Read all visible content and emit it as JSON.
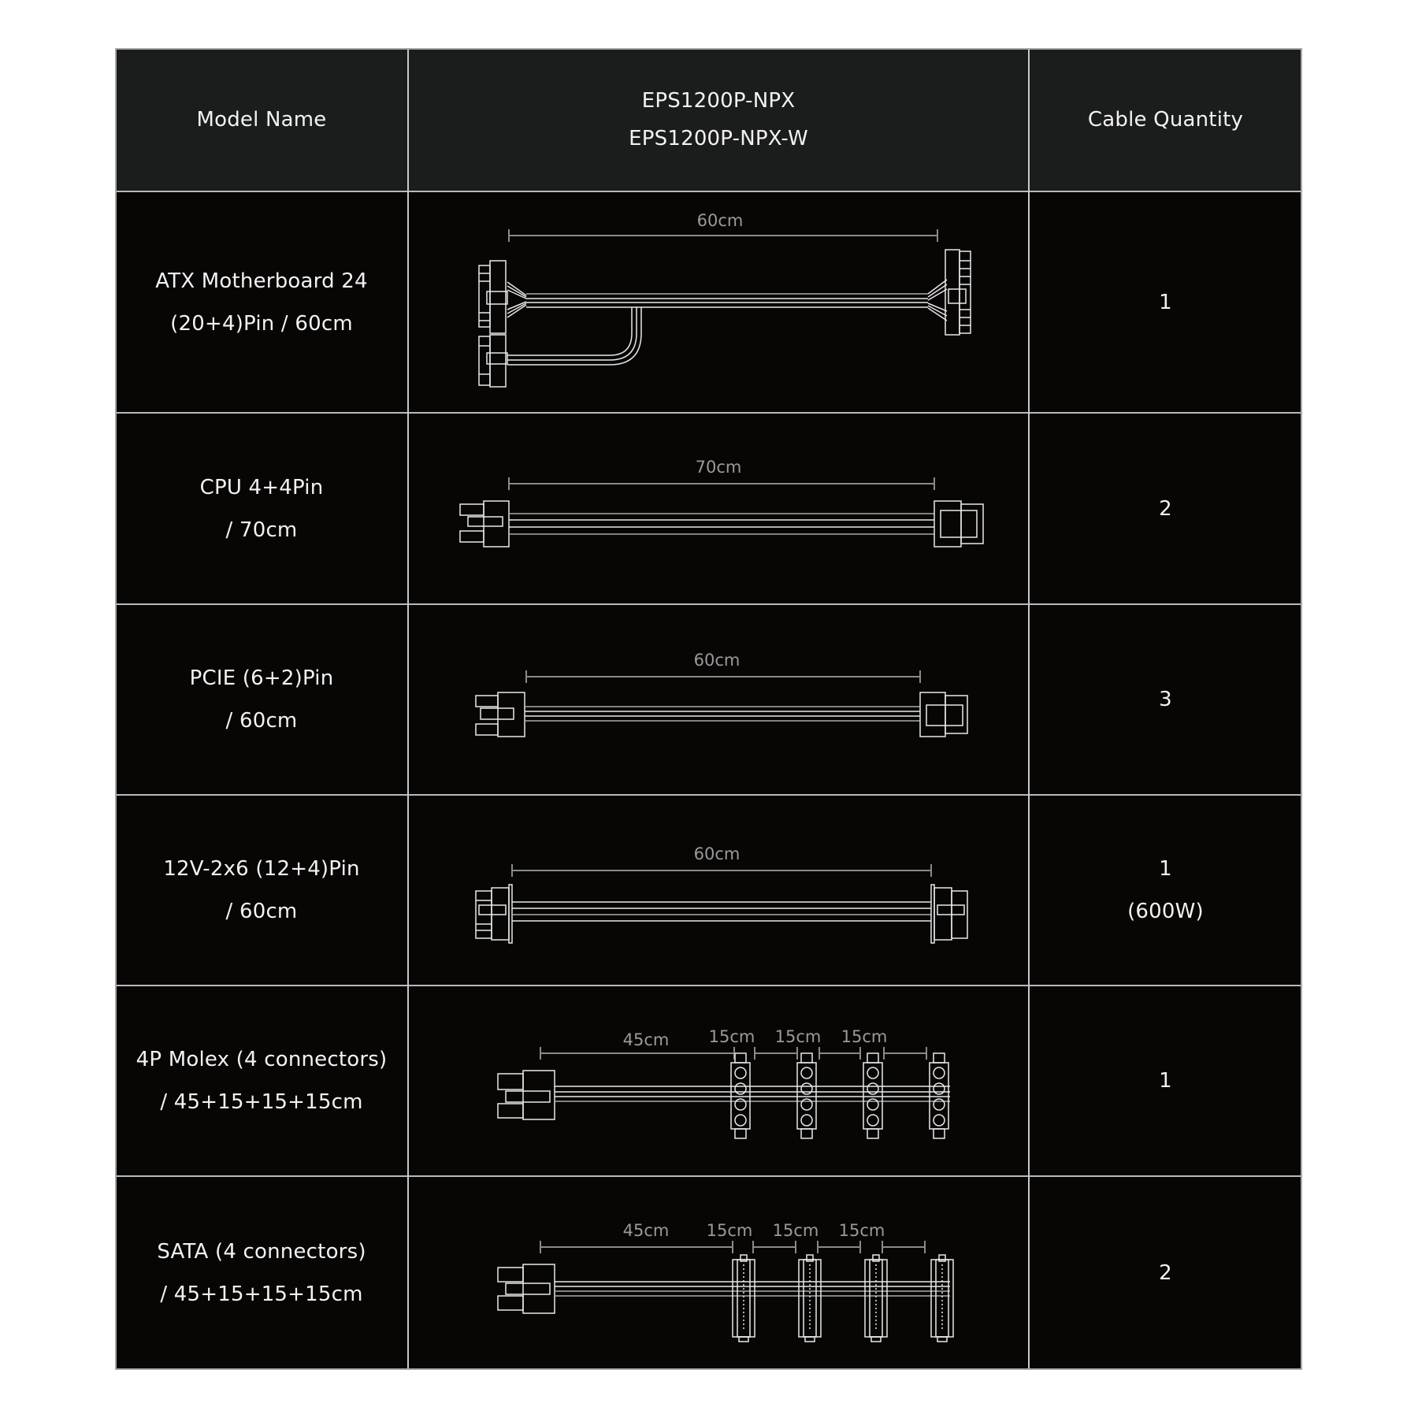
{
  "header": {
    "col1": "Model Name",
    "col2_line1": "EPS1200P-NPX",
    "col2_line2": "EPS1200P-NPX-W",
    "col3": "Cable Quantity"
  },
  "rows": [
    {
      "name_line1": "ATX Motherboard 24",
      "name_line2": "(20+4)Pin / 60cm",
      "qty_line1": "1",
      "qty_line2": "",
      "dims": [
        "60cm"
      ],
      "icon": "atx-24pin-cable-icon"
    },
    {
      "name_line1": "CPU 4+4Pin",
      "name_line2": "/ 70cm",
      "qty_line1": "2",
      "qty_line2": "",
      "dims": [
        "70cm"
      ],
      "icon": "cpu-8pin-cable-icon"
    },
    {
      "name_line1": "PCIE (6+2)Pin",
      "name_line2": "/ 60cm",
      "qty_line1": "3",
      "qty_line2": "",
      "dims": [
        "60cm"
      ],
      "icon": "pcie-8pin-cable-icon"
    },
    {
      "name_line1": "12V-2x6 (12+4)Pin",
      "name_line2": "/ 60cm",
      "qty_line1": "1",
      "qty_line2": "(600W)",
      "dims": [
        "60cm"
      ],
      "icon": "12v-2x6-cable-icon"
    },
    {
      "name_line1": "4P Molex (4 connectors)",
      "name_line2": "/ 45+15+15+15cm",
      "qty_line1": "1",
      "qty_line2": "",
      "dims": [
        "45cm",
        "15cm",
        "15cm",
        "15cm"
      ],
      "icon": "molex-cable-icon"
    },
    {
      "name_line1": "SATA (4 connectors)",
      "name_line2": "/ 45+15+15+15cm",
      "qty_line1": "2",
      "qty_line2": "",
      "dims": [
        "45cm",
        "15cm",
        "15cm",
        "15cm"
      ],
      "icon": "sata-cable-icon"
    }
  ],
  "colors": {
    "header_bg": "#1b1c1c",
    "body_bg": "#080605",
    "grid_line": "#c9c9c9",
    "text": "#f2f2f2",
    "dimension_text": "#9a9a9a"
  }
}
